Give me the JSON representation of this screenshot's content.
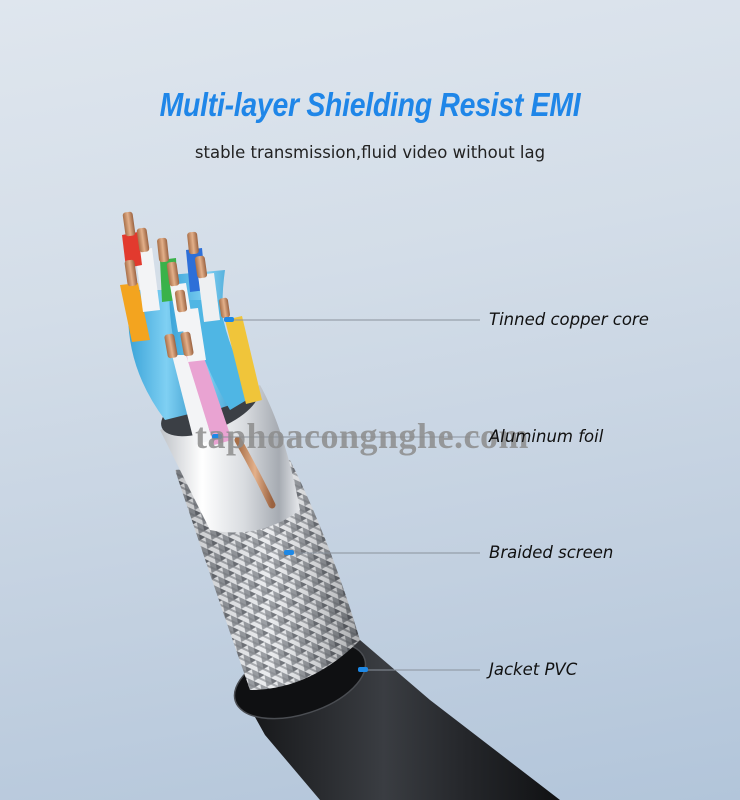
{
  "header": {
    "title": "Multi-layer Shielding Resist EMI",
    "subtitle": "stable transmission,fluid video without lag"
  },
  "callouts": [
    {
      "label": "Tinned copper core",
      "marker_color": "#1e88e5"
    },
    {
      "label": "Aluminum foil",
      "marker_color": "#1e88e5"
    },
    {
      "label": "Braided screen",
      "marker_color": "#1e88e5"
    },
    {
      "label": "Jacket PVC",
      "marker_color": "#1e88e5"
    }
  ],
  "watermark": "taphoacongnghe.com",
  "colors": {
    "title": "#1f86e8",
    "accent_marker": "#1e88e5",
    "leader_line": "#8a929c",
    "jacket": "#1f2125"
  }
}
